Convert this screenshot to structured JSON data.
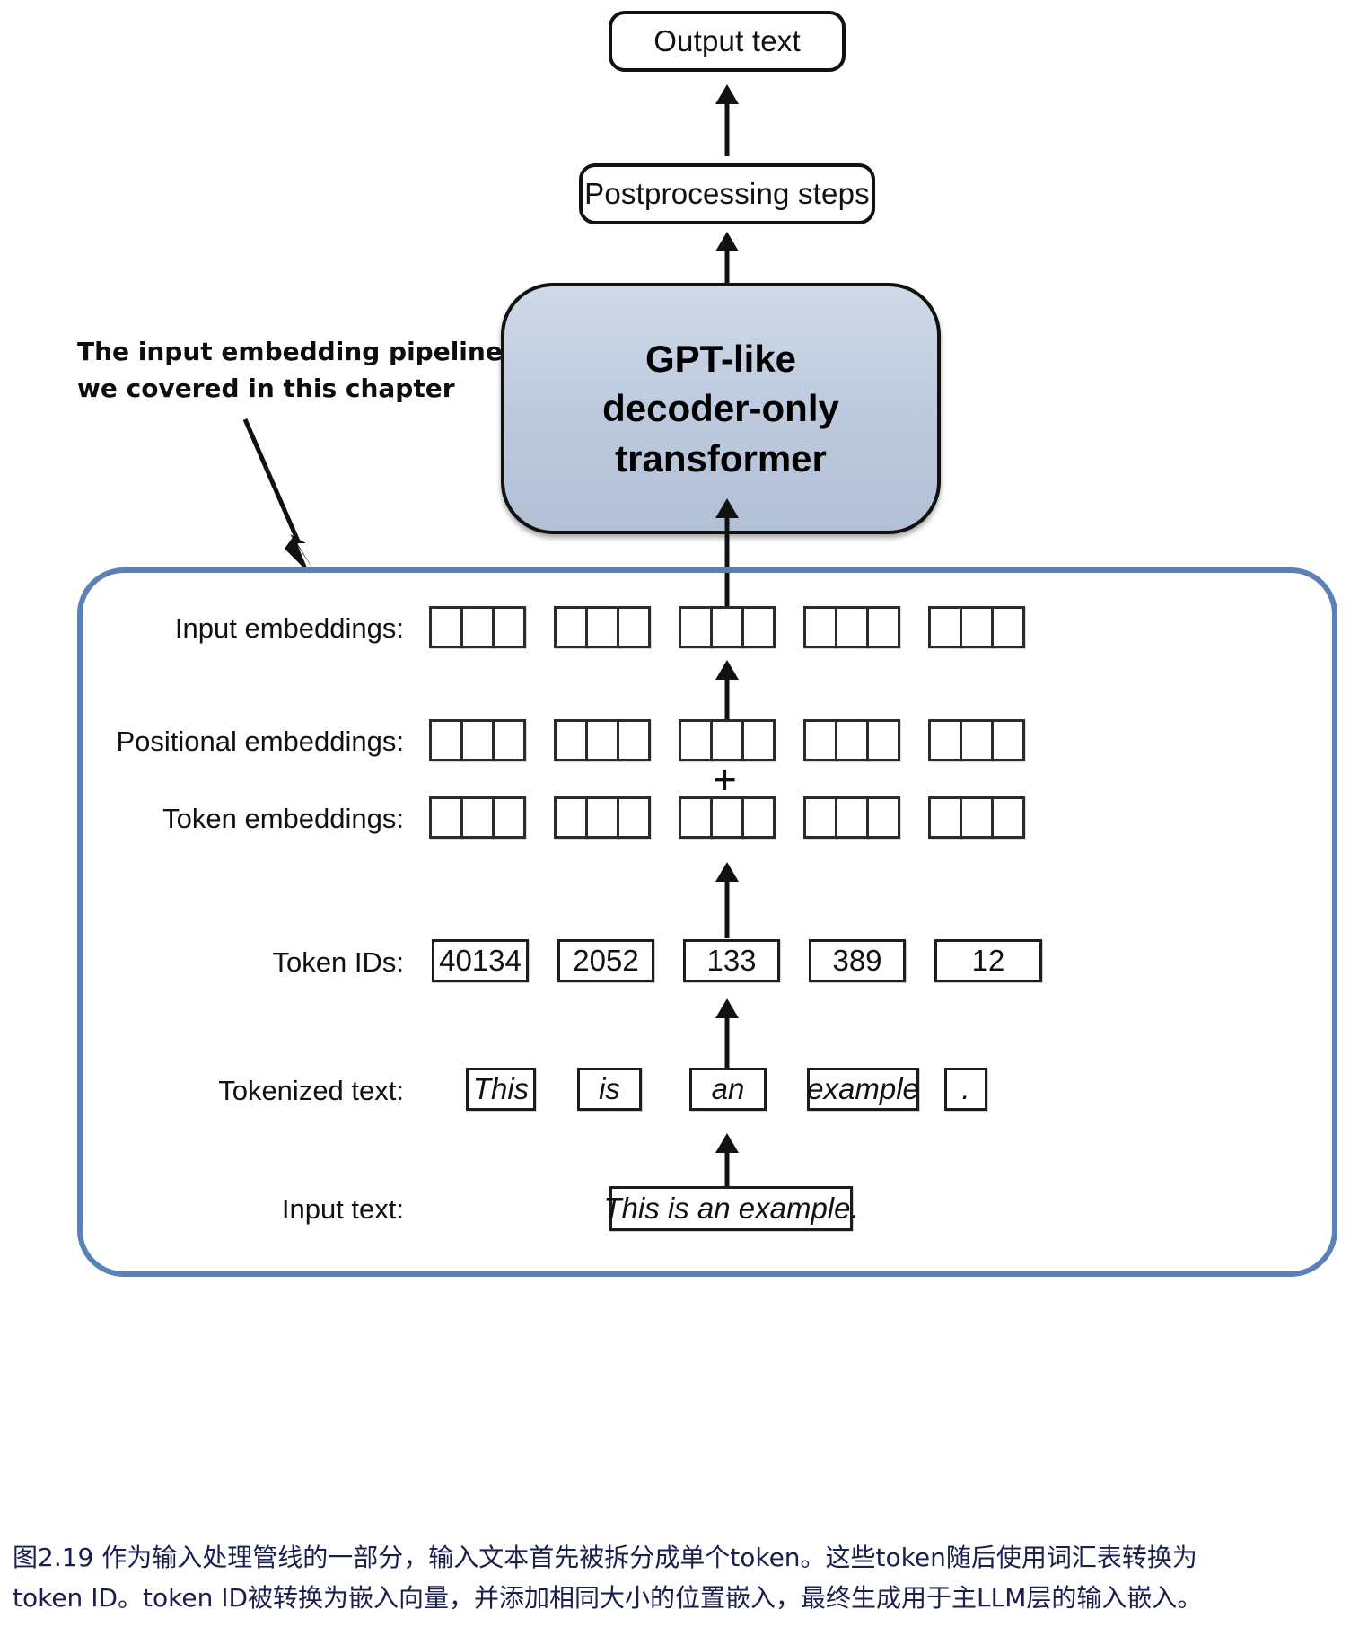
{
  "diagram": {
    "title_block": {
      "label": "Output text"
    },
    "postprocessing_block": {
      "label": "Postprocessing steps"
    },
    "model_block": {
      "line1": "GPT-like",
      "line2": "decoder-only",
      "line3": "transformer",
      "fill_color": "#c3cfe2",
      "border_color": "#111111"
    },
    "callout": {
      "line1": "The input embedding pipeline",
      "line2": "we covered in this chapter"
    },
    "pipeline": {
      "border_color": "#5b82b8",
      "rows": [
        {
          "label": "Input embeddings:",
          "kind": "cells",
          "groups": 5,
          "cells_per_group": 3
        },
        {
          "label": "Positional embeddings:",
          "kind": "cells",
          "groups": 5,
          "cells_per_group": 3
        },
        {
          "label": "Token embeddings:",
          "kind": "cells",
          "groups": 5,
          "cells_per_group": 3
        },
        {
          "label": "Token IDs:",
          "kind": "boxes",
          "values": [
            "40134",
            "2052",
            "133",
            "389",
            "12"
          ]
        },
        {
          "label": "Tokenized text:",
          "kind": "boxes",
          "values": [
            "This",
            "is",
            "an",
            "example",
            "."
          ]
        },
        {
          "label": "Input text:",
          "kind": "single",
          "values": [
            "This is an example."
          ]
        }
      ],
      "plus_symbol": "+"
    }
  },
  "caption": {
    "line1": "图2.19 作为输入处理管线的一部分，输入文本首先被拆分成单个token。这些token随后使用词汇表转换为",
    "line2": "token ID。token ID被转换为嵌入向量，并添加相同大小的位置嵌入，最终生成用于主LLM层的输入嵌入。",
    "color": "#1a1f4d"
  }
}
